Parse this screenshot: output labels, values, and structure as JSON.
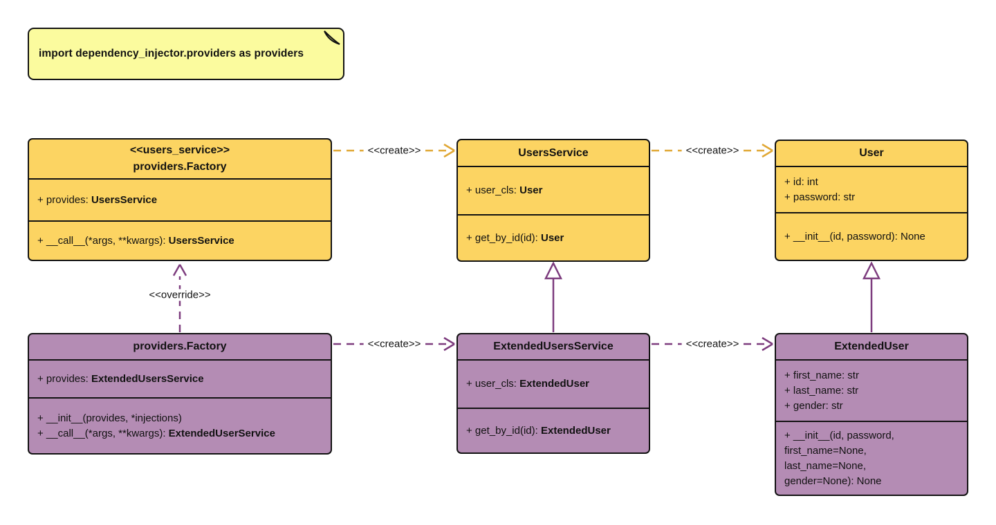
{
  "note": {
    "text": "import dependency_injector.providers as providers"
  },
  "labels": {
    "create": "<<create>>",
    "override": "<<override>>"
  },
  "colors": {
    "class_fill_yellow": "#FCD462",
    "class_fill_purple": "#B48CB4",
    "edge_yellow": "#E0A733",
    "edge_purple": "#7D3C7E",
    "note_fill": "#FBFB9E",
    "border": "#121212",
    "background": "#FFFFFF"
  },
  "classes": [
    {
      "title_lines": [
        "<<users_service>>",
        "providers.Factory"
      ],
      "attributes": [
        {
          "text": "+ provides: ",
          "type": "UsersService"
        }
      ],
      "methods": [
        {
          "text": "+ __call__(*args, **kwargs): ",
          "type": "UsersService"
        }
      ]
    },
    {
      "title_lines": [
        "UsersService"
      ],
      "attributes": [
        {
          "text": "+ user_cls: ",
          "type": "User"
        }
      ],
      "methods": [
        {
          "text": "+ get_by_id(id): ",
          "type": "User"
        }
      ]
    },
    {
      "title_lines": [
        "User"
      ],
      "attributes": [
        {
          "text": "+ id: int",
          "type": ""
        },
        {
          "text": "+ password: str",
          "type": ""
        }
      ],
      "methods": [
        {
          "text": "+ __init__(id, password): None",
          "type": ""
        }
      ]
    },
    {
      "title_lines": [
        "providers.Factory"
      ],
      "attributes": [
        {
          "text": "+ provides: ",
          "type": "ExtendedUsersService"
        }
      ],
      "methods": [
        {
          "text": "+ __init__(provides, *injections)",
          "type": ""
        },
        {
          "text": "+ __call__(*args, **kwargs): ",
          "type": "ExtendedUserService"
        }
      ]
    },
    {
      "title_lines": [
        "ExtendedUsersService"
      ],
      "attributes": [
        {
          "text": "+ user_cls: ",
          "type": "ExtendedUser"
        }
      ],
      "methods": [
        {
          "text": "+ get_by_id(id): ",
          "type": "ExtendedUser"
        }
      ]
    },
    {
      "title_lines": [
        "ExtendedUser"
      ],
      "attributes": [
        {
          "text": "+ first_name: str",
          "type": ""
        },
        {
          "text": "+ last_name: str",
          "type": ""
        },
        {
          "text": "+ gender: str",
          "type": ""
        }
      ],
      "methods": [
        {
          "text": "+ __init__(id, password,",
          "type": ""
        },
        {
          "text": "first_name=None,",
          "type": ""
        },
        {
          "text": "last_name=None,",
          "type": ""
        },
        {
          "text": "gender=None): None",
          "type": ""
        }
      ]
    }
  ]
}
